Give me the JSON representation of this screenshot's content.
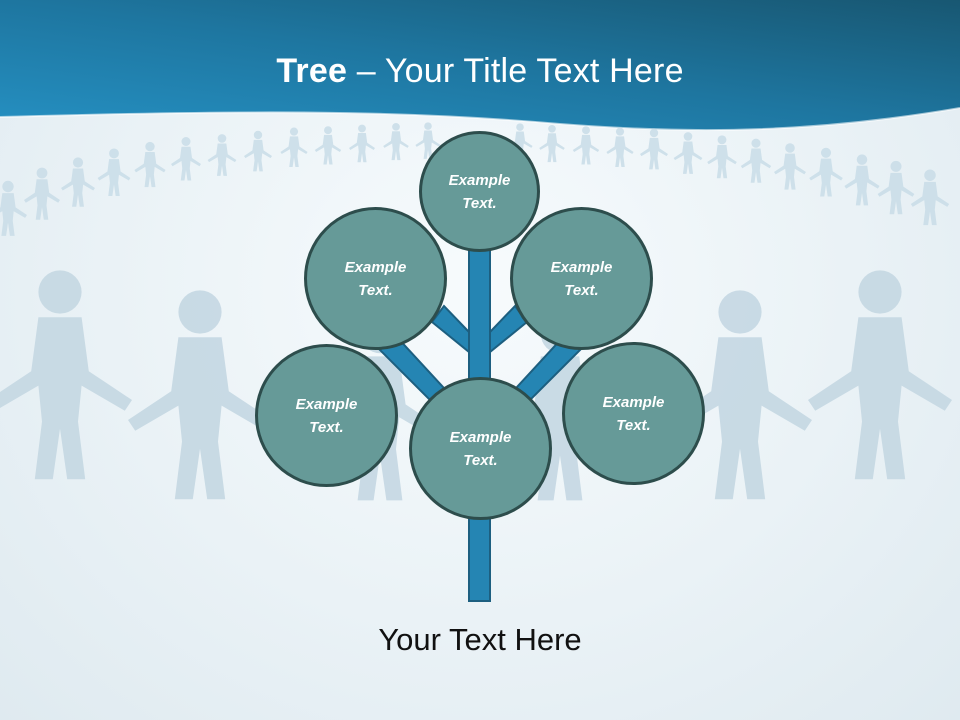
{
  "slide": {
    "title": {
      "bold": "Tree",
      "rest": " – Your Title Text Here"
    },
    "nodes": [
      {
        "id": "top",
        "label": "Example Text."
      },
      {
        "id": "upper-left",
        "label": "Example Text."
      },
      {
        "id": "upper-right",
        "label": "Example Text."
      },
      {
        "id": "lower-left",
        "label": "Example Text."
      },
      {
        "id": "lower-right",
        "label": "Example Text."
      },
      {
        "id": "bottom-center",
        "label": "Example Text."
      }
    ],
    "caption": "Your Text Here",
    "colors": {
      "header_dark": "#1a5a7a",
      "header_light": "#2388b8",
      "node_fill": "#669a98",
      "node_border": "#2d4d4c",
      "branch": "#2585b3",
      "branch_border": "#1d5f80"
    }
  }
}
